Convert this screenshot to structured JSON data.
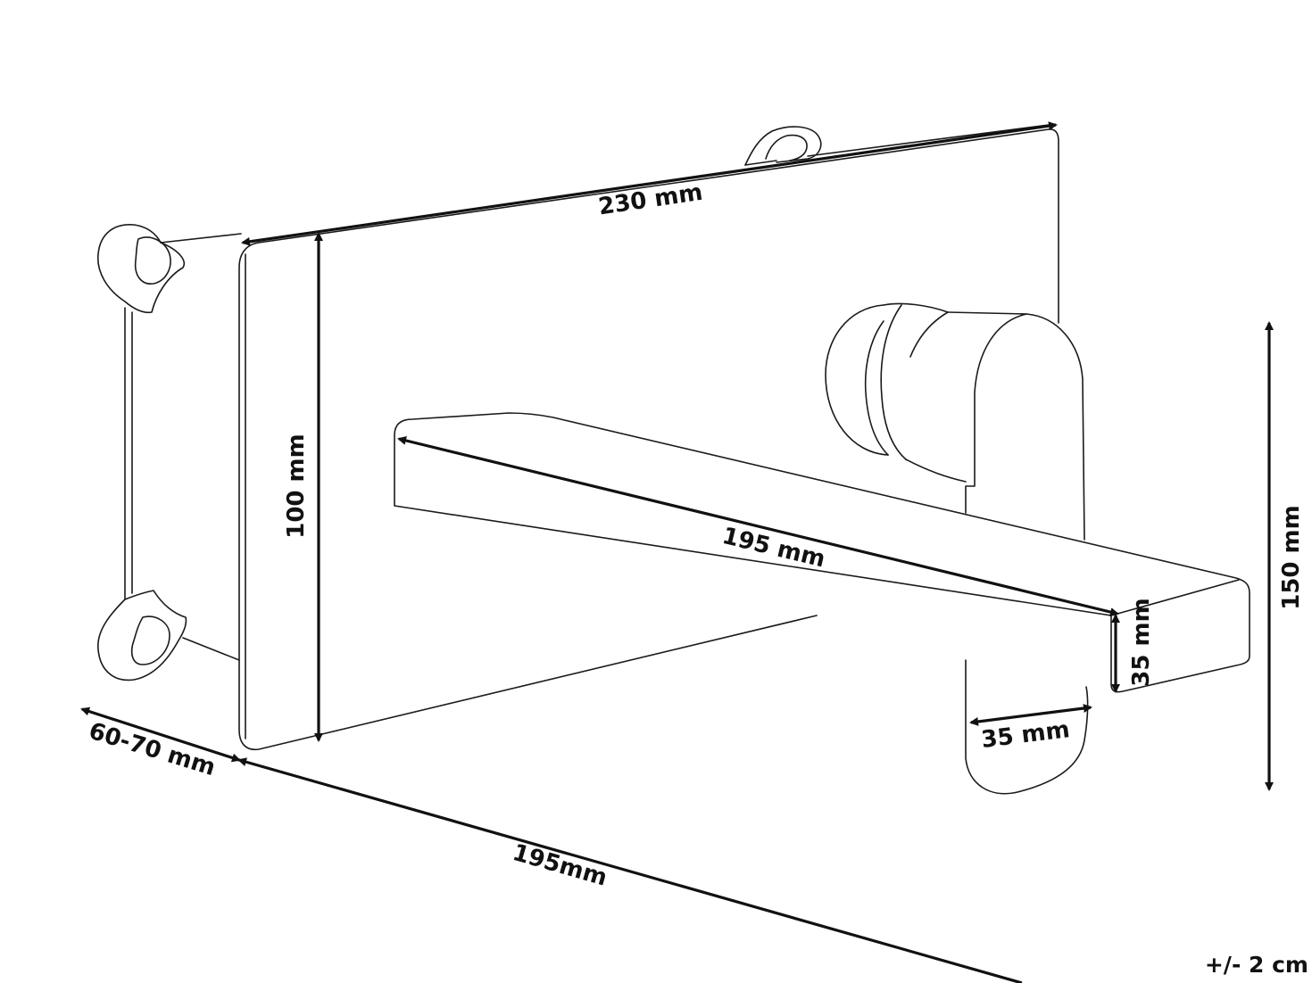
{
  "dimensions": {
    "plate_width": "230 mm",
    "plate_height": "100 mm",
    "spout_length": "195 mm",
    "spout_height": "35 mm",
    "spout_width": "35 mm",
    "total_height": "150 mm",
    "wall_depth": "60-70 mm",
    "base_depth": "195mm"
  },
  "tolerance": "+/- 2 cm"
}
